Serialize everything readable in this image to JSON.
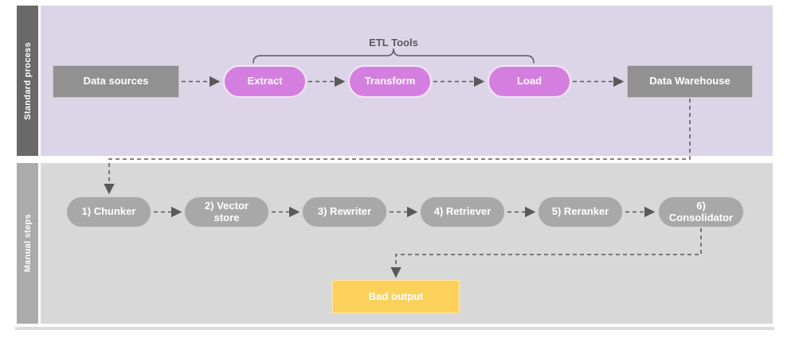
{
  "lanes": [
    {
      "label": "Standard process"
    },
    {
      "label": "Manual steps"
    }
  ],
  "brace_label": "ETL Tools",
  "nodes": {
    "data_sources": {
      "label": "Data sources"
    },
    "extract": {
      "label": "Extract"
    },
    "transform": {
      "label": "Transform"
    },
    "load": {
      "label": "Load"
    },
    "data_warehouse": {
      "label": "Data Warehouse"
    },
    "chunker": {
      "label": "1) Chunker"
    },
    "vector_store": {
      "label": "2) Vector store"
    },
    "rewriter": {
      "label": "3) Rewriter"
    },
    "retriever": {
      "label": "4) Retriever"
    },
    "reranker": {
      "label": "5) Reranker"
    },
    "consolidator": {
      "label": "6) Consolidator"
    },
    "bad_output": {
      "label": "Bad output"
    }
  },
  "edges": [
    {
      "from": "data_sources",
      "to": "extract"
    },
    {
      "from": "extract",
      "to": "transform"
    },
    {
      "from": "transform",
      "to": "load"
    },
    {
      "from": "load",
      "to": "data_warehouse"
    },
    {
      "from": "data_warehouse",
      "to": "chunker"
    },
    {
      "from": "chunker",
      "to": "vector_store"
    },
    {
      "from": "vector_store",
      "to": "rewriter"
    },
    {
      "from": "rewriter",
      "to": "retriever"
    },
    {
      "from": "retriever",
      "to": "reranker"
    },
    {
      "from": "reranker",
      "to": "consolidator"
    },
    {
      "from": "consolidator",
      "to": "bad_output"
    }
  ],
  "brace_spans": {
    "from": "extract",
    "to": "load"
  },
  "colors": {
    "standard_lane_bg": "#DCD5E8",
    "standard_bar_bg": "#696969",
    "manual_lane_bg": "#D8D8D8",
    "manual_bar_bg": "#ABABAB",
    "etl_pill_fill": "#D47FE0",
    "etl_pill_border": "#F3E6F6",
    "gray_node_fill": "#919191",
    "gray_node_border": "#C6C6C6",
    "manual_pill_fill": "#A8A8A8",
    "manual_pill_border": "#D4D4D4",
    "bad_output_fill": "#FBD15B",
    "bad_output_border": "#FFE9A8",
    "connector": "#595959",
    "node_text": "#FFFFFF"
  }
}
